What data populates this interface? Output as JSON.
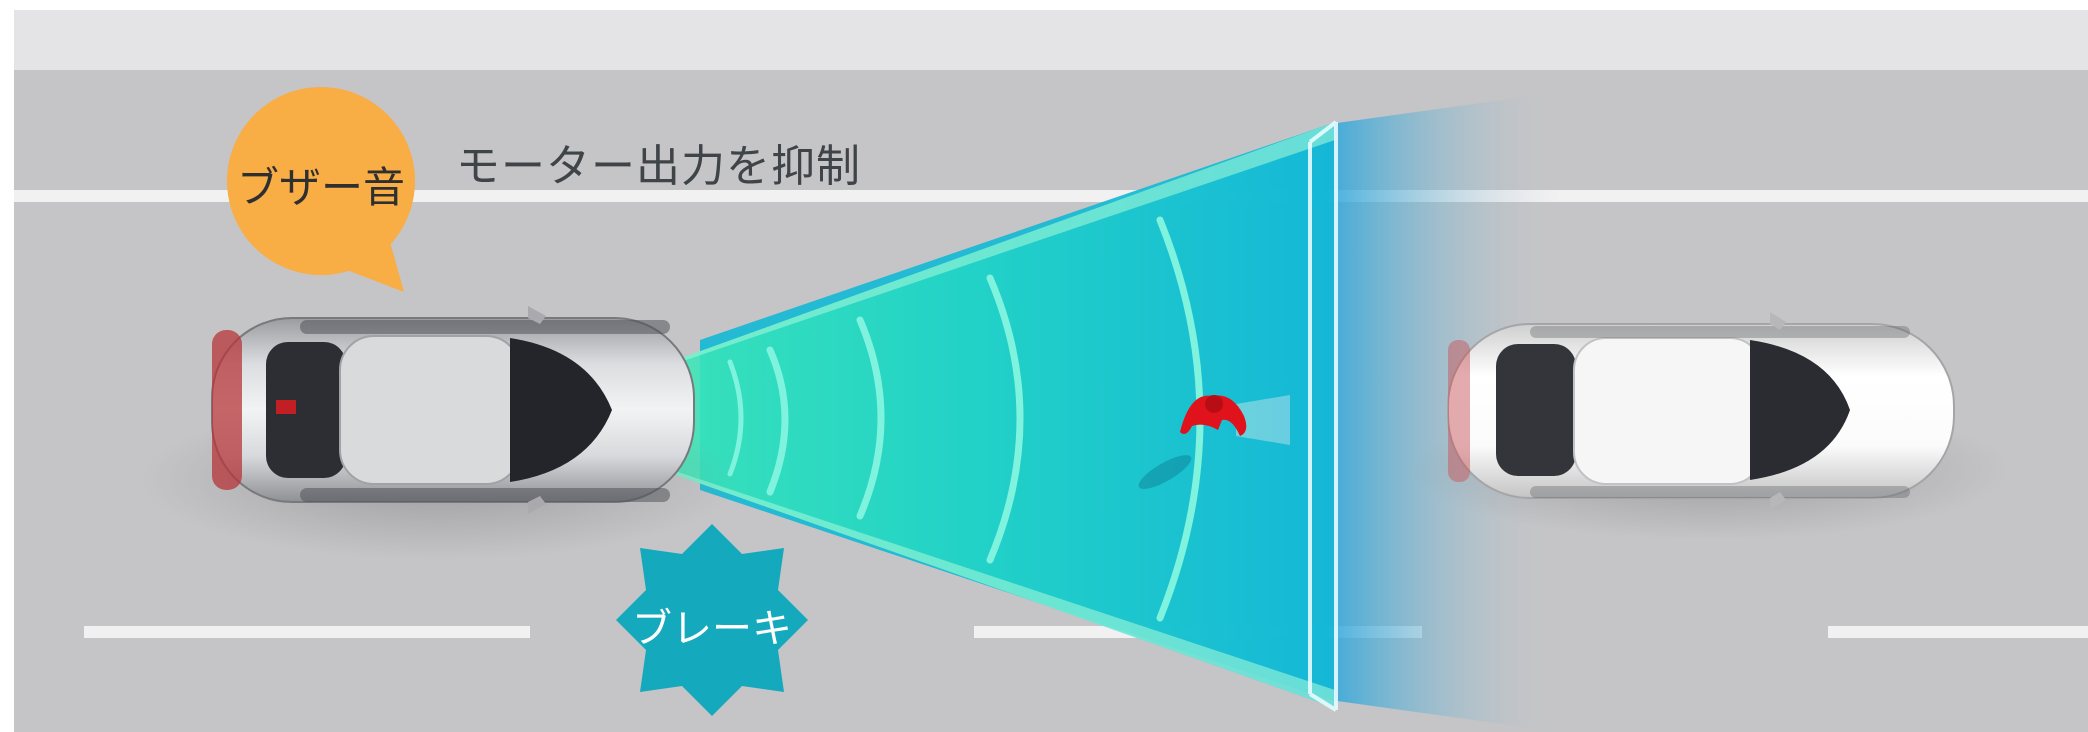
{
  "labels": {
    "motor_output": "モーター出力を抑制",
    "buzzer": "ブザー音",
    "brake": "ブレーキ"
  },
  "colors": {
    "road": "#c6c6c8",
    "sidewalk": "#e6e6e8",
    "lane_marking": "#f3f3f3",
    "speech_bubble": "#f8ad45",
    "brake_burst": "#15a9be",
    "sensor_beam": "#3fe3b5",
    "detection_area": "#16b9d6",
    "pedestrian": "#e2121c"
  },
  "icons": {
    "own_vehicle": "silver-car-icon",
    "leading_vehicle": "white-car-icon",
    "pedestrian": "pedestrian-icon"
  }
}
